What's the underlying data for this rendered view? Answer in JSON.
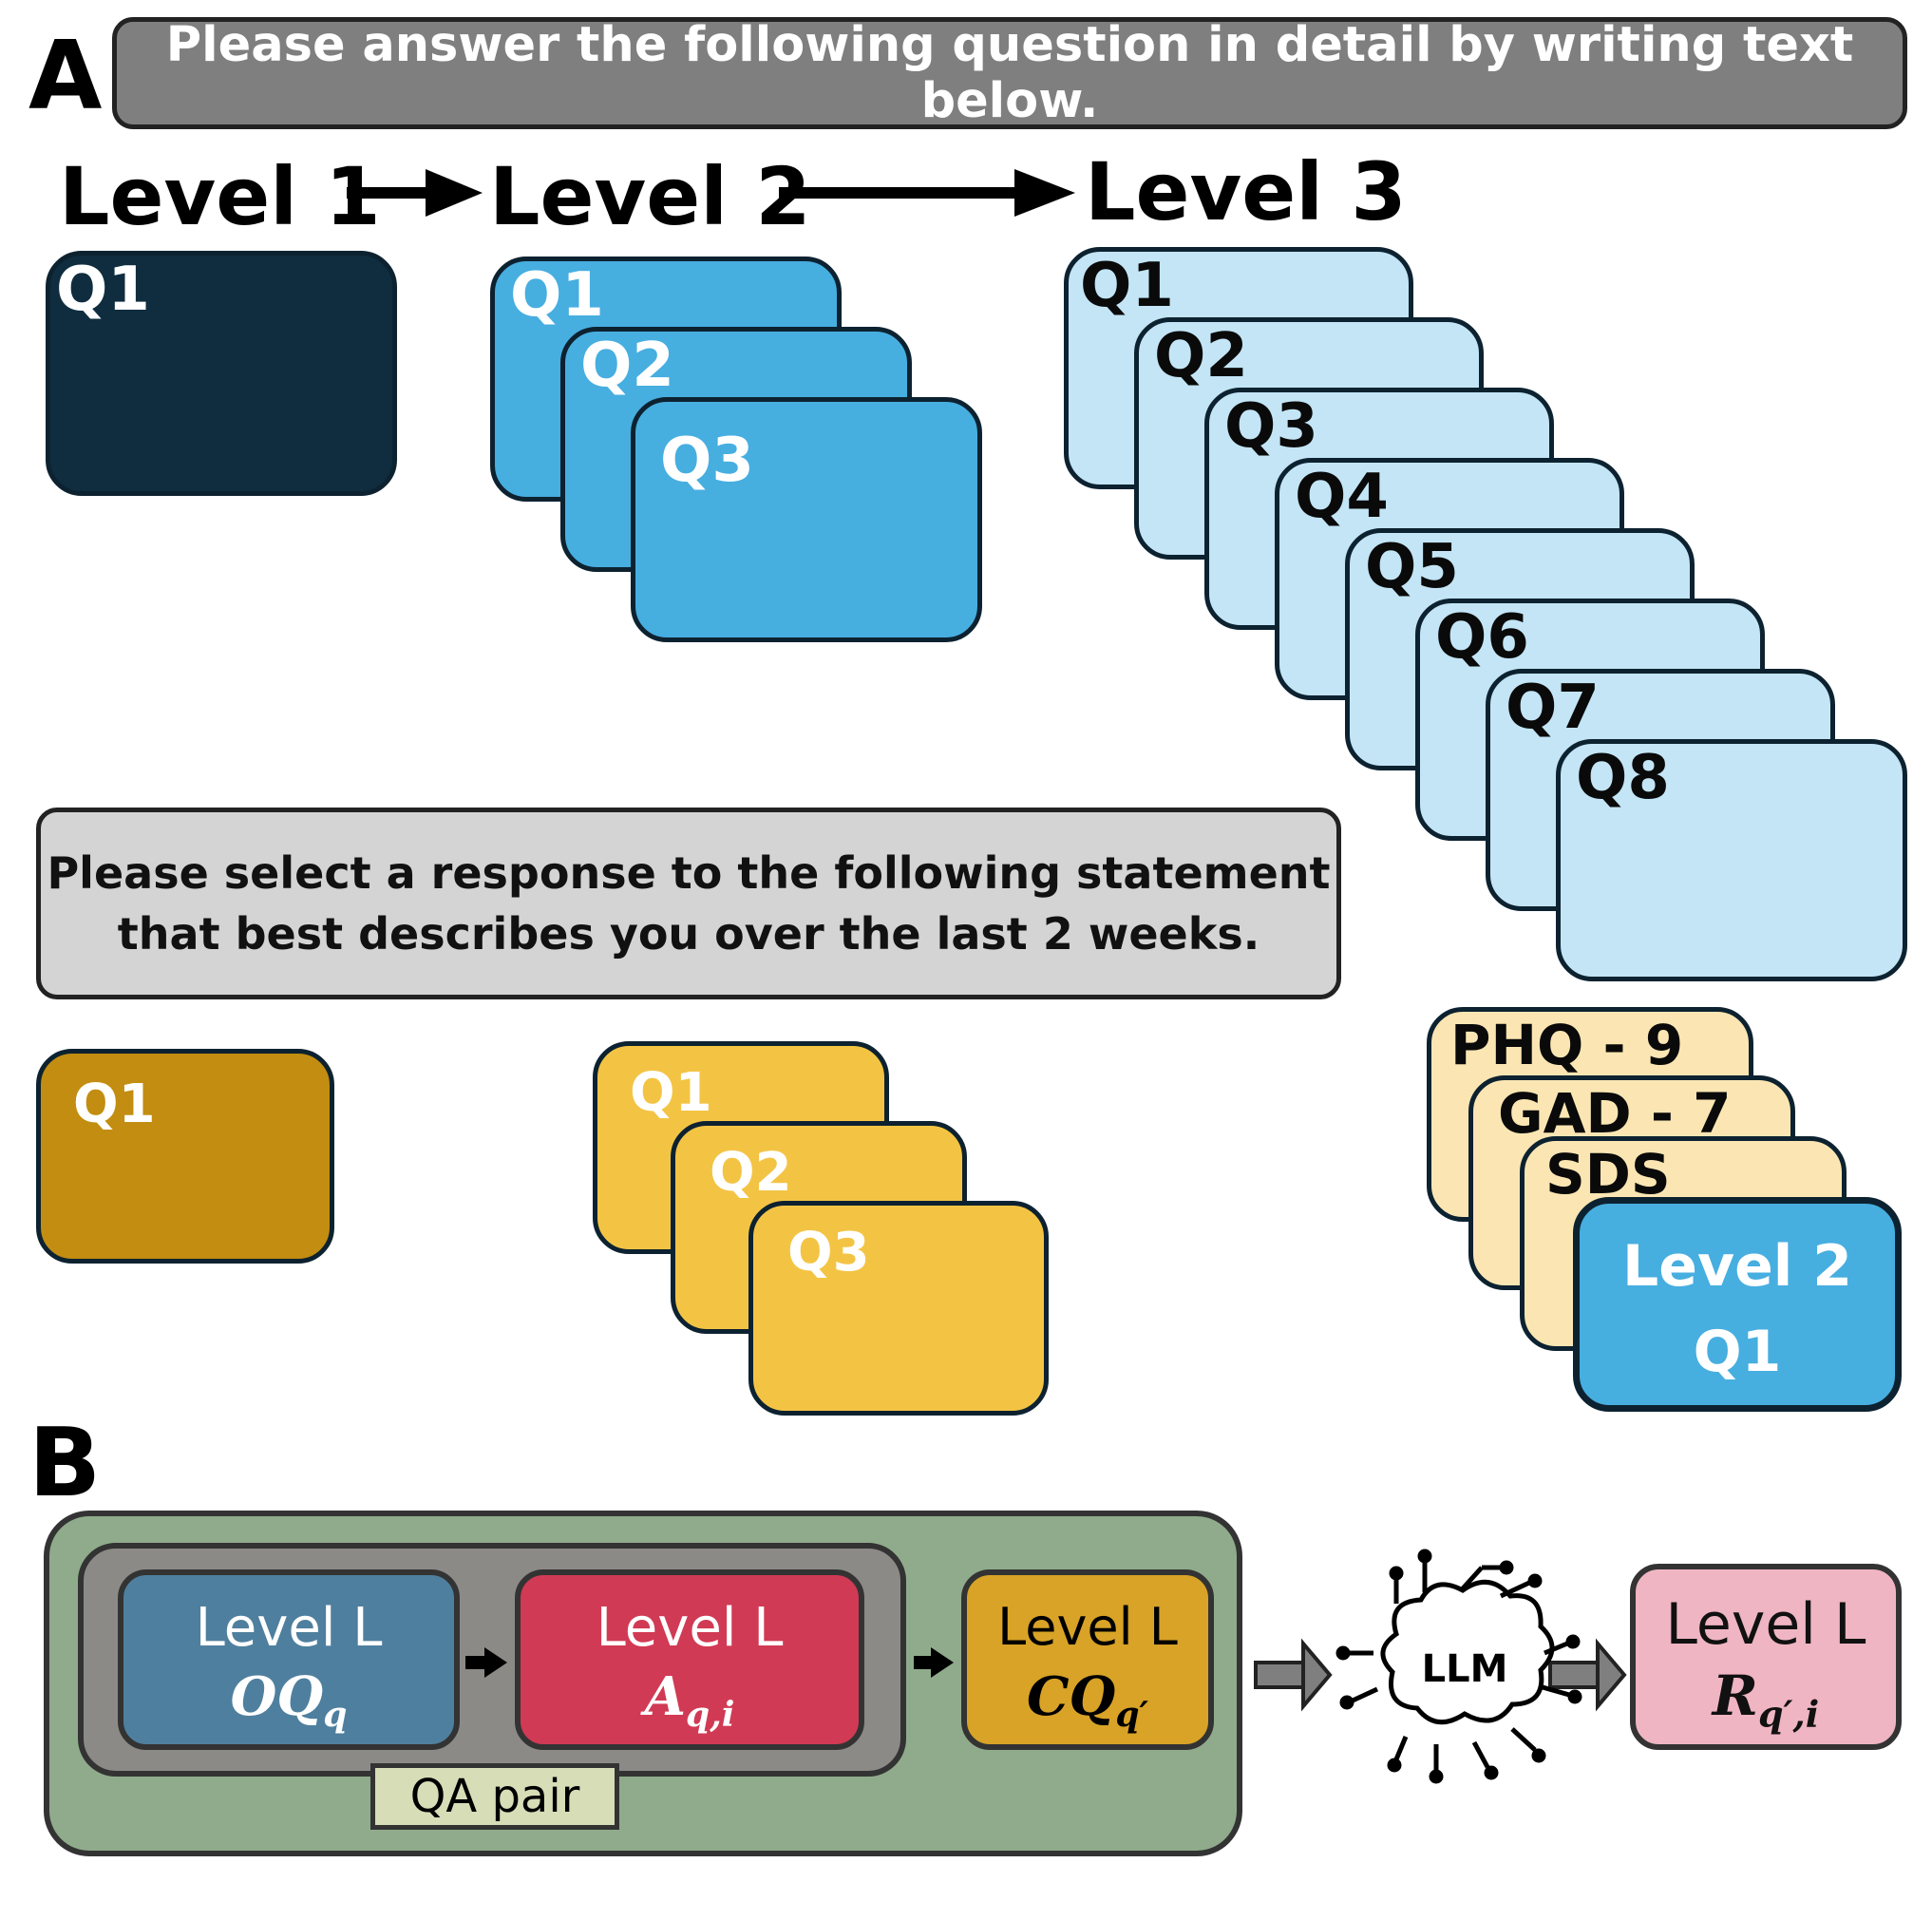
{
  "section_a": {
    "letter": "A",
    "open_banner": "Please answer the following question in detail by writing text below.",
    "closed_banner_line1": "Please select a response to the following statement",
    "closed_banner_line2": "that best describes you over the last 2 weeks.",
    "levels": [
      "Level 1",
      "Level 2",
      "Level 3"
    ],
    "level1_cards": [
      "Q1"
    ],
    "level2_cards": [
      "Q1",
      "Q2",
      "Q3"
    ],
    "level3_cards": [
      "Q1",
      "Q2",
      "Q3",
      "Q4",
      "Q5",
      "Q6",
      "Q7",
      "Q8"
    ],
    "closed_level1_cards": [
      "Q1"
    ],
    "closed_level2_cards": [
      "Q1",
      "Q2",
      "Q3"
    ],
    "closed_level3_cards": [
      "PHQ - 9",
      "GAD - 7",
      "SDS"
    ],
    "closed_level3_front_line1": "Level 2",
    "closed_level3_front_line2": "Q1"
  },
  "section_b": {
    "letter": "B",
    "oq_label": "Level L",
    "oq_symbol": "OQ",
    "oq_sub": "q",
    "a_label": "Level L",
    "a_symbol": "A",
    "a_sub": "q,i",
    "cq_label": "Level L",
    "cq_symbol": "CQ",
    "cq_sub": "q′",
    "qa_pair": "QA pair",
    "llm": "LLM",
    "r_label": "Level L",
    "r_symbol": "R",
    "r_sub": "q′,i"
  },
  "colors": {
    "dark_navy": "#0f2d3f",
    "blue": "#47aee0",
    "light_blue": "#c3e5f6",
    "gold": "#c28d10",
    "yellow": "#f3c444",
    "cream": "#fbe6b3",
    "green_panel": "#8fab8b",
    "gray_panel": "#8c8a86",
    "steel_blue": "#4f7f9e",
    "red": "#d13a54",
    "mustard": "#d8a326",
    "pink": "#efb5c2",
    "qa_tan": "#d7ddb7"
  }
}
